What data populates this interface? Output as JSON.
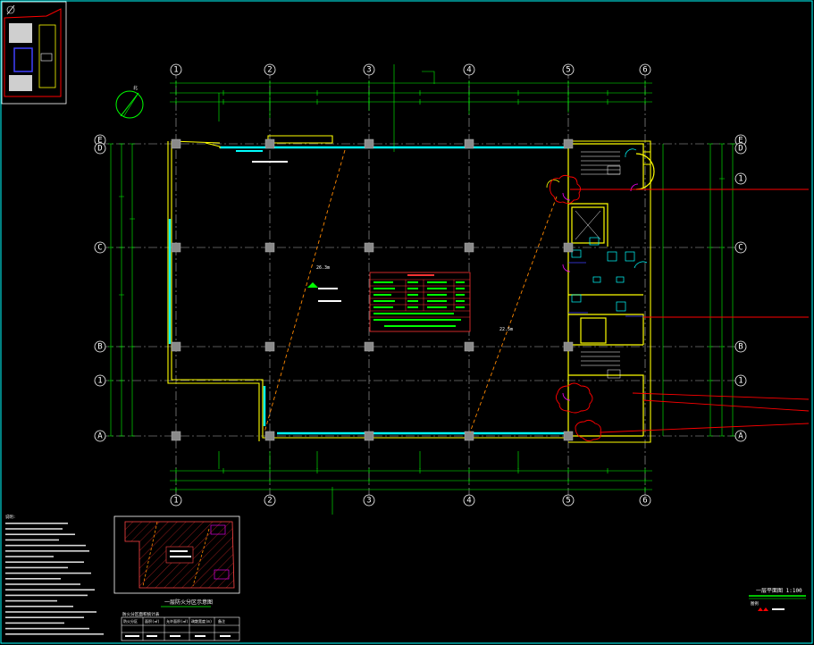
{
  "grid": {
    "columns": [
      "1",
      "2",
      "3",
      "4",
      "5",
      "6"
    ],
    "rows": [
      "E",
      "D",
      "C",
      "B",
      "A"
    ],
    "intermediate_row_tag": "1"
  },
  "north_label": "北",
  "main_drawing": {
    "title": "一层平面图 1:100",
    "distance_labels": [
      "26.3m",
      "22.5m"
    ]
  },
  "fire_zone_diagram": {
    "title": "一层防火分区示意图"
  },
  "fire_table": {
    "header": "防火分区面积统计表",
    "columns": [
      "防火分区",
      "面积(㎡)",
      "允许面积(㎡)",
      "疏散宽度(m)",
      "备注"
    ]
  },
  "legend": {
    "label": "图例"
  },
  "notes_title": "说明:",
  "colors": {
    "background": "#000000",
    "frame": "#00ffff",
    "walls_yellow": "#ffff00",
    "walls_cyan": "#00ffff",
    "dims_green": "#00ff00",
    "columns_gray": "#808080",
    "axis_white": "#ffffff",
    "revision_red": "#ff0000",
    "evac_orange": "#ff8800",
    "door_magenta": "#ff00ff",
    "blue": "#4040ff"
  }
}
